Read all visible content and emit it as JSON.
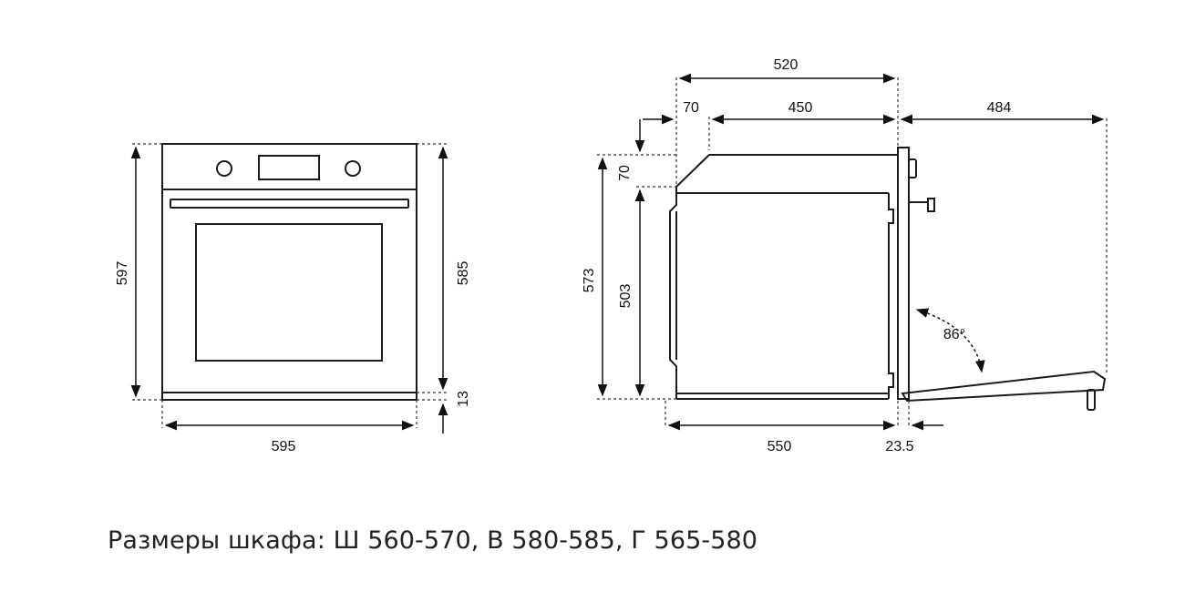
{
  "front_view": {
    "width_label": "595",
    "height_label": "597",
    "body_height_label": "585",
    "base_height_label": "13"
  },
  "side_view": {
    "top_depth_label": "520",
    "offset_label": "70",
    "inner_depth_label": "450",
    "door_open_label": "484",
    "top_drop_label": "70",
    "total_height_label": "573",
    "cavity_height_label": "503",
    "door_angle_label": "86°",
    "body_depth_label": "550",
    "door_thickness_label": "23.5"
  },
  "caption": "Размеры шкафа: Ш 560-570, В 580-585, Г 565-580"
}
